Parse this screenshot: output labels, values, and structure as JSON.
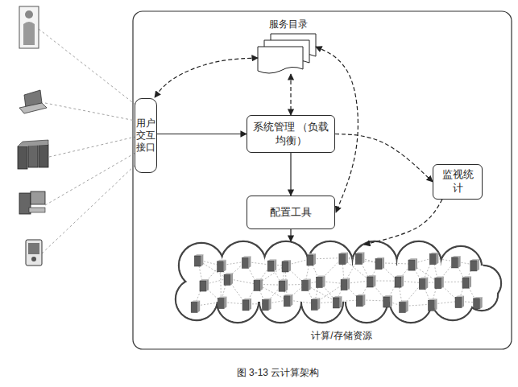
{
  "diagram": {
    "caption": "图 3-13 云计算架构",
    "nodes": [
      {
        "text": [
          "服务目录"
        ]
      },
      {
        "text": [
          "用户 交互 接口"
        ]
      },
      {
        "text": [
          "系统管理 （负载均衡）"
        ]
      },
      {
        "text": [
          "配置工具"
        ]
      },
      {
        "text": [
          "监视统计"
        ]
      },
      {
        "text": [
          "计算/存储资源"
        ]
      }
    ],
    "edges": [
      {
        "from": 0,
        "to": 1,
        "arrow": "both"
      },
      {
        "from": 1,
        "to": 2,
        "arrow": "to"
      },
      {
        "from": 0,
        "to": 2,
        "arrow": "both"
      },
      {
        "from": 0,
        "to": 3,
        "arrow": "both"
      },
      {
        "from": 2,
        "to": 3,
        "arrow": "to"
      },
      {
        "from": 2,
        "to": 4,
        "arrow": "to"
      },
      {
        "from": 3,
        "to": 5,
        "arrow": "to"
      },
      {
        "from": 4,
        "to": 5,
        "arrow": "to"
      }
    ]
  }
}
